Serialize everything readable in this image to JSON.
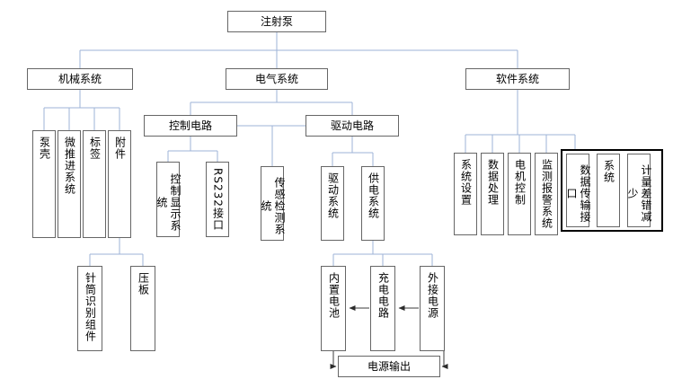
{
  "nodes": {
    "root": "注射泵",
    "mechanical": "机械系统",
    "electrical": "电气系统",
    "software": "软件系统",
    "control_circuit": "控制电路",
    "drive_circuit": "驱动电路",
    "pump_shell": "泵壳",
    "micro_propulsion": "微推进系统",
    "label": "标签",
    "accessories": "附件",
    "syringe_id": "针筒识别组件",
    "press_plate": "压板",
    "control_display": "控制显示系统",
    "rs232": "RS232接口",
    "sensor_detection": "传感检测系统",
    "drive_system": "驱动系统",
    "power_supply": "供电系统",
    "internal_battery": "内置电池",
    "charging_circuit": "充电电路",
    "external_power": "外接电源",
    "power_output": "电源输出",
    "system_settings": "系统设置",
    "data_processing": "数据处理",
    "motor_control": "电机控制",
    "monitor_alarm": "监测报警系统",
    "data_interface": "数据传输接口",
    "system_suffix": "系统",
    "error_reduction": "计量差错减少"
  },
  "colors": {
    "connector_line": "#9db3d7",
    "arrow_line": "#3b3b3b",
    "box_border": "#666666",
    "highlight_border": "#000000",
    "box_fill": "#ffffff",
    "text": "#000000",
    "background": "#ffffff"
  }
}
